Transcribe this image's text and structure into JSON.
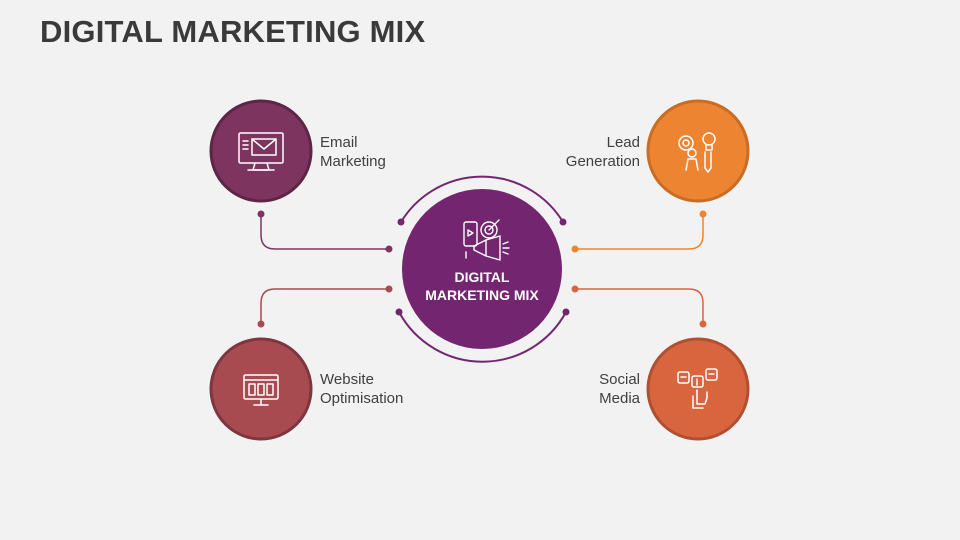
{
  "title": "DIGITAL MARKETING MIX",
  "center": {
    "line1": "DIGITAL",
    "line2": "MARKETING MIX",
    "color": "#74256f",
    "icon": "digital-marketing-icon"
  },
  "nodes": [
    {
      "id": "email",
      "line1": "Email",
      "line2": "Marketing",
      "color": "#7d3560",
      "icon": "email-monitor-icon"
    },
    {
      "id": "lead",
      "line1": "Lead",
      "line2": "Generation",
      "color": "#ec8431",
      "icon": "lead-generation-icon"
    },
    {
      "id": "website",
      "line1": "Website",
      "line2": "Optimisation",
      "color": "#a74b51",
      "icon": "website-icon"
    },
    {
      "id": "social",
      "line1": "Social",
      "line2": "Media",
      "color": "#d9653f",
      "icon": "social-media-icon"
    }
  ]
}
